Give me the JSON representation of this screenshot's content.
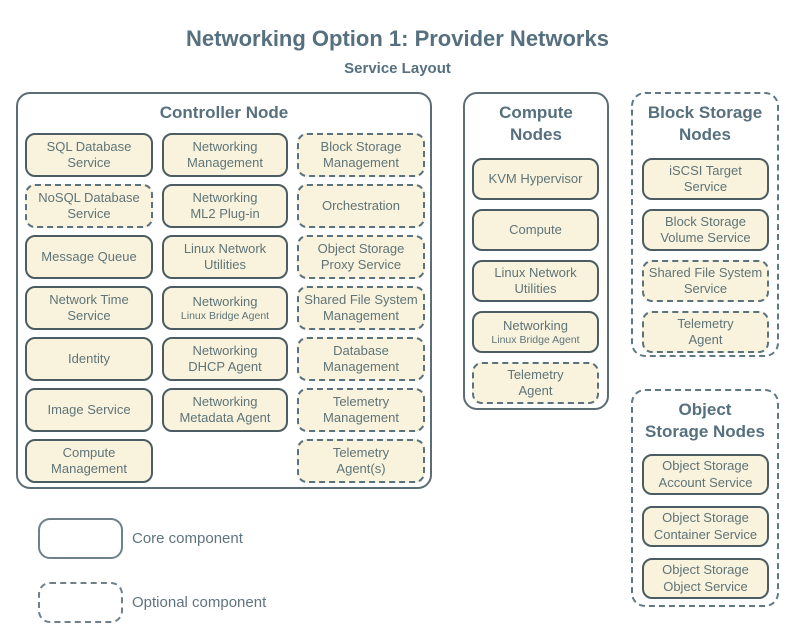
{
  "title": "Networking Option 1: Provider Networks",
  "subtitle": "Service Layout",
  "colors": {
    "background": "#ffffff",
    "box_fill": "#f9f3dd",
    "core_border": "#4b5d63",
    "optional_border": "#5a727d",
    "container_border": "#5c6d75",
    "container_dashed_border": "#5f7884",
    "label_text": "#5e7478",
    "heading_text": "#56707e",
    "title_text": "#567080",
    "legend_border": "#6f808a",
    "legend_text": "#5f747f"
  },
  "containers": {
    "controller": {
      "title": "Controller Node",
      "type": "core",
      "items": [
        {
          "label": "SQL Database\nService",
          "type": "core"
        },
        {
          "label": "Networking\nManagement",
          "type": "core"
        },
        {
          "label": "Block Storage\nManagement",
          "type": "optional"
        },
        {
          "label": "NoSQL Database\nService",
          "type": "optional"
        },
        {
          "label": "Networking\nML2 Plug-in",
          "type": "core"
        },
        {
          "label": "Orchestration",
          "type": "optional"
        },
        {
          "label": "Message Queue",
          "type": "core"
        },
        {
          "label": "Linux Network\nUtilities",
          "type": "core"
        },
        {
          "label": "Object Storage\nProxy Service",
          "type": "optional"
        },
        {
          "label": "Network Time\nService",
          "type": "core"
        },
        {
          "label": "Networking",
          "sublabel": "Linux Bridge Agent",
          "type": "core"
        },
        {
          "label": "Shared File System\nManagement",
          "type": "optional"
        },
        {
          "label": "Identity",
          "type": "core"
        },
        {
          "label": "Networking\nDHCP Agent",
          "type": "core"
        },
        {
          "label": "Database\nManagement",
          "type": "optional"
        },
        {
          "label": "Image Service",
          "type": "core"
        },
        {
          "label": "Networking\nMetadata Agent",
          "type": "core"
        },
        {
          "label": "Telemetry\nManagement",
          "type": "optional"
        },
        {
          "label": "Compute\nManagement",
          "type": "core"
        },
        {
          "label": "",
          "type": "empty"
        },
        {
          "label": "Telemetry\nAgent(s)",
          "type": "optional"
        }
      ]
    },
    "compute": {
      "title": "Compute\nNodes",
      "type": "core",
      "items": [
        {
          "label": "KVM Hypervisor",
          "type": "core"
        },
        {
          "label": "Compute",
          "type": "core"
        },
        {
          "label": "Linux Network\nUtilities",
          "type": "core"
        },
        {
          "label": "Networking",
          "sublabel": "Linux Bridge Agent",
          "type": "core"
        },
        {
          "label": "Telemetry\nAgent",
          "type": "optional"
        }
      ]
    },
    "block_storage": {
      "title": "Block Storage\nNodes",
      "type": "optional",
      "items": [
        {
          "label": "iSCSI Target\nService",
          "type": "core"
        },
        {
          "label": "Block Storage\nVolume Service",
          "type": "core"
        },
        {
          "label": "Shared File System\nService",
          "type": "optional"
        },
        {
          "label": "Telemetry\nAgent",
          "type": "optional"
        }
      ]
    },
    "object_storage": {
      "title": "Object\nStorage Nodes",
      "type": "optional",
      "items": [
        {
          "label": "Object Storage\nAccount Service",
          "type": "core"
        },
        {
          "label": "Object Storage\nContainer Service",
          "type": "core"
        },
        {
          "label": "Object Storage\nObject Service",
          "type": "core"
        }
      ]
    }
  },
  "legend": {
    "core_label": "Core component",
    "optional_label": "Optional component"
  }
}
